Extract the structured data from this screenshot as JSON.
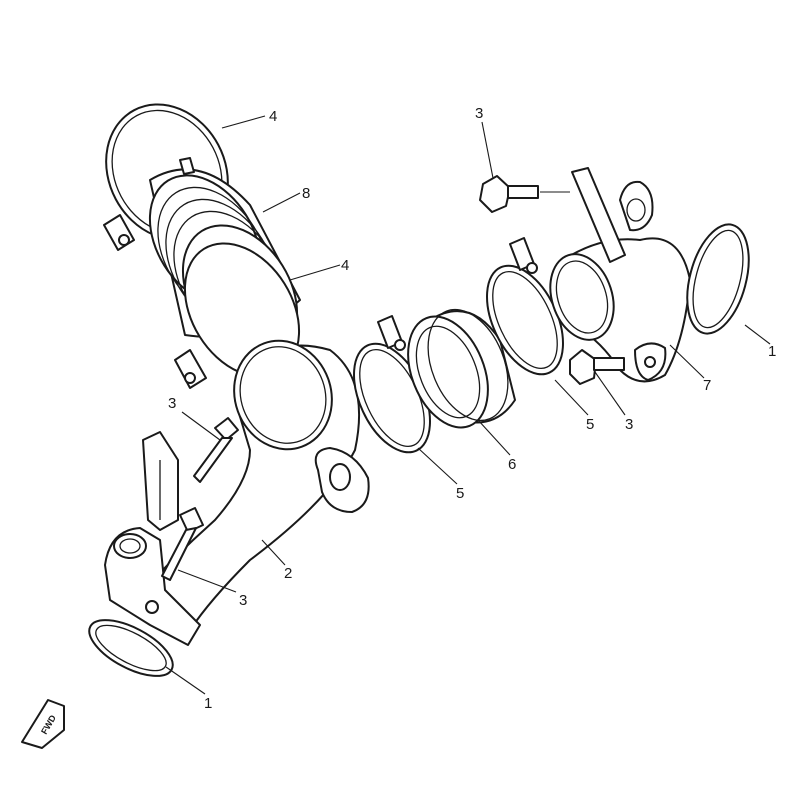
{
  "diagram": {
    "callouts": [
      "4",
      "8",
      "4",
      "3",
      "3",
      "1",
      "7",
      "5",
      "3",
      "6",
      "5",
      "2",
      "3",
      "1"
    ],
    "fwd_label": "FWD"
  }
}
